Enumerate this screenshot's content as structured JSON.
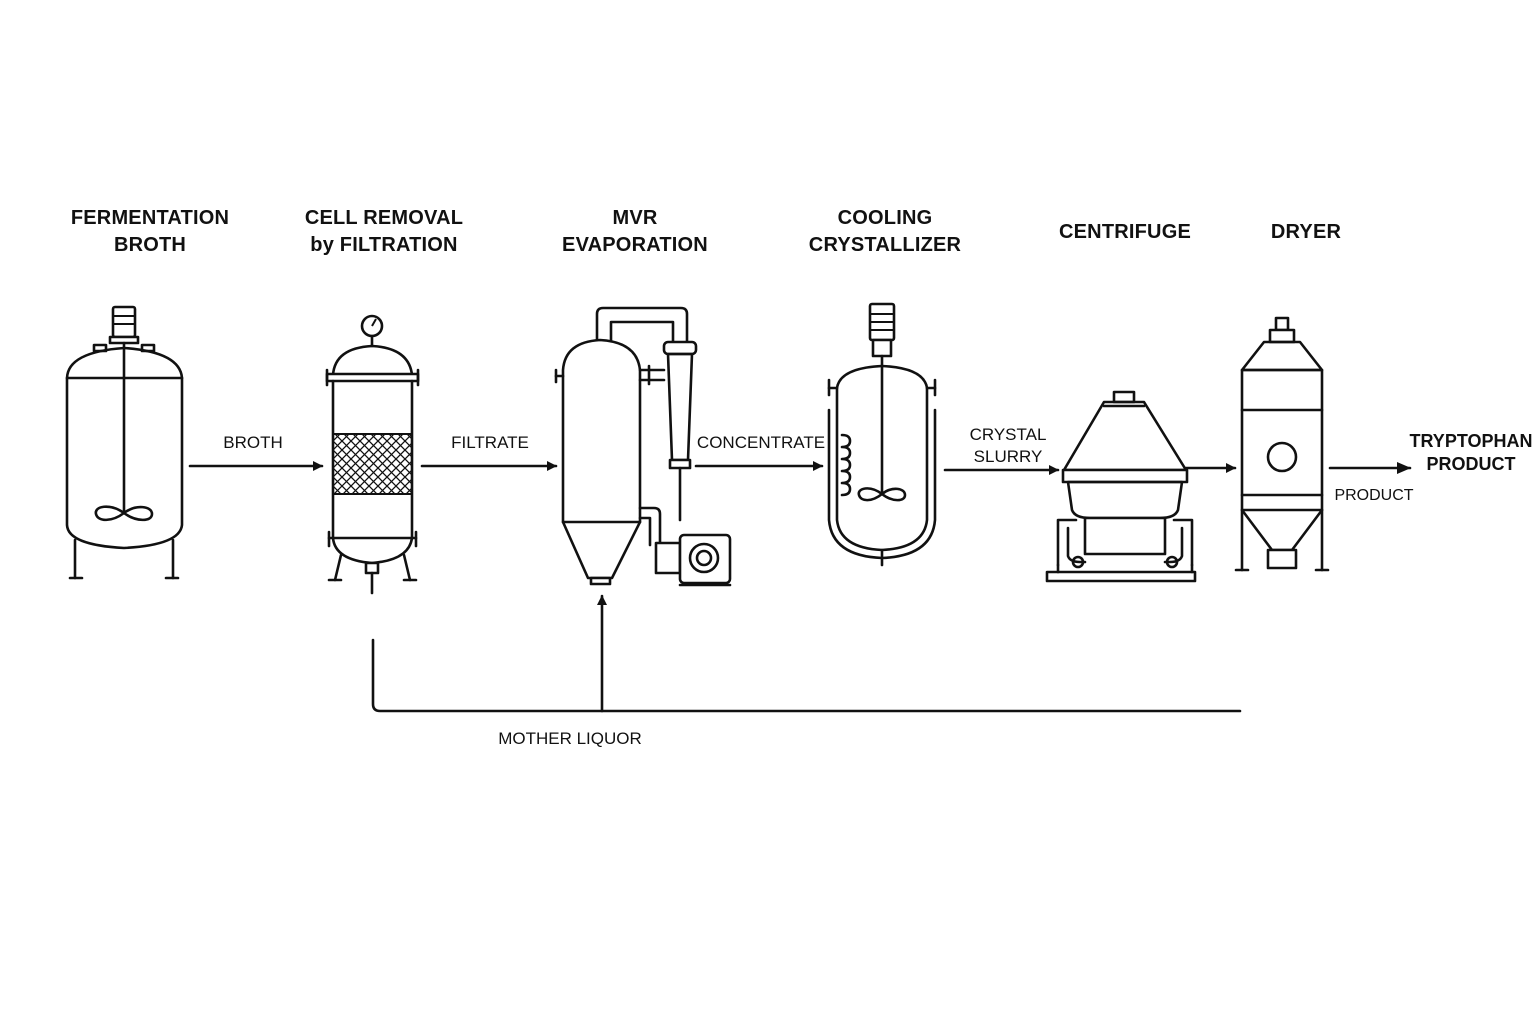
{
  "stages": [
    {
      "line1": "FERMENTATION",
      "line2": "BROTH"
    },
    {
      "line1": "CELL REMOVAL",
      "line2": "by FILTRATION"
    },
    {
      "line1": "MVR",
      "line2": "EVAPORATION"
    },
    {
      "line1": "COOLING",
      "line2": "CRYSTALLIZER"
    },
    {
      "line1": "CENTRIFUGE",
      "line2": ""
    },
    {
      "line1": "DRYER",
      "line2": ""
    }
  ],
  "flows": {
    "broth": "BROTH",
    "filtrate": "FILTRATE",
    "concentrate": "CONCENTRATE",
    "slurry_line1": "CRYSTAL",
    "slurry_line2": "SLURRY",
    "product": "PRODUCT",
    "final_line1": "TRYPTOPHAN",
    "final_line2": "PRODUCT",
    "recycle": "MOTHER LIQUOR"
  },
  "icons": [
    "fermenter-tank-icon",
    "filter-vessel-icon",
    "evaporator-icon",
    "crystallizer-icon",
    "centrifuge-icon",
    "dryer-icon"
  ],
  "colors": {
    "stroke": "#111111",
    "background": "#ffffff"
  }
}
